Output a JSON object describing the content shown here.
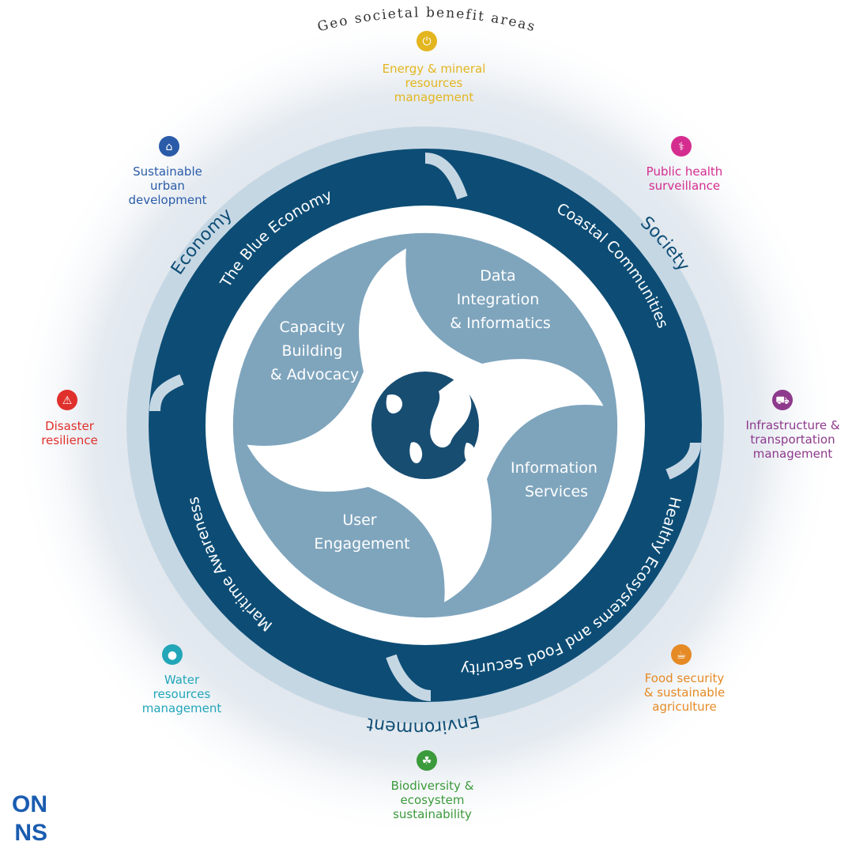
{
  "outer_ring_title": "Geo societal benefit areas",
  "benefit_areas": [
    {
      "id": "energy",
      "label": [
        "Energy & mineral",
        "resources",
        "management"
      ],
      "color": "#e3b51f",
      "icon": "power-icon"
    },
    {
      "id": "health",
      "label": [
        "Public health",
        "surveillance"
      ],
      "color": "#d42d8f",
      "icon": "medical-icon"
    },
    {
      "id": "infrastructure",
      "label": [
        "Infrastructure &",
        "transportation",
        "management"
      ],
      "color": "#8e3a8c",
      "icon": "truck-icon"
    },
    {
      "id": "food",
      "label": [
        "Food security",
        "& sustainable",
        "agriculture"
      ],
      "color": "#e58a25",
      "icon": "bowl-icon"
    },
    {
      "id": "biodiversity",
      "label": [
        "Biodiversity &",
        "ecosystem",
        "sustainability"
      ],
      "color": "#3b9a3b",
      "icon": "leaf-icon"
    },
    {
      "id": "water",
      "label": [
        "Water",
        "resources",
        "management"
      ],
      "color": "#22a6b8",
      "icon": "water-drop-icon"
    },
    {
      "id": "disaster",
      "label": [
        "Disaster",
        "resilience"
      ],
      "color": "#e0302c",
      "icon": "warning-icon"
    },
    {
      "id": "urban",
      "label": [
        "Sustainable",
        "urban",
        "development"
      ],
      "color": "#2a5ba8",
      "icon": "house-icon"
    }
  ],
  "domains": [
    "Economy",
    "Society",
    "Environment"
  ],
  "themes": [
    "The Blue Economy",
    "Coastal Communities",
    "Healthy Ecosystems and Food Security",
    "Maritime Awareness"
  ],
  "pillars": [
    [
      "Capacity",
      "Building",
      "& Advocacy"
    ],
    [
      "Data",
      "Integration",
      "& Informatics"
    ],
    [
      "Information",
      "Services"
    ],
    [
      "User",
      "Engagement"
    ]
  ],
  "logo_lines": [
    "ON",
    "NS"
  ],
  "colors": {
    "halo": "#dde5ec",
    "light_ring": "#c6d7e4",
    "dark_ring": "#0d4d75",
    "pillar": "#7fa5bd",
    "globe": "#184d72"
  }
}
